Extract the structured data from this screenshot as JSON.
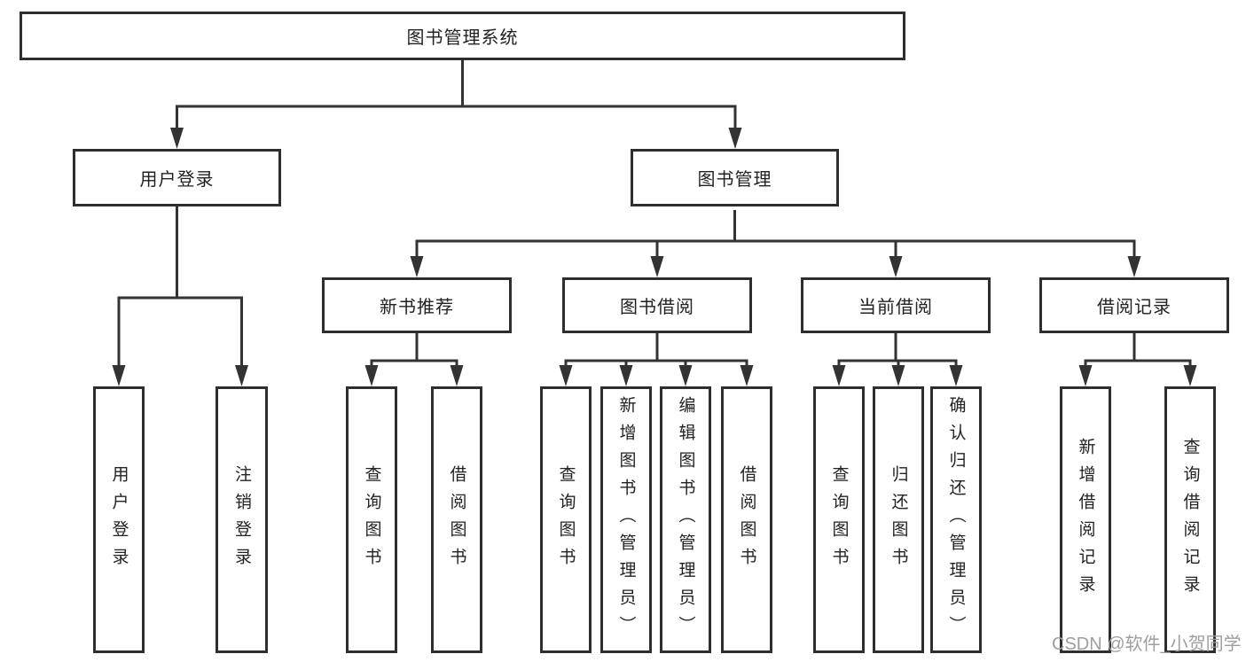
{
  "diagram": {
    "title": "图书管理系统",
    "type": "hierarchy-tree",
    "root": {
      "label": "图书管理系统"
    },
    "branches": [
      {
        "label": "用户登录",
        "children": [
          "用户登录",
          "注销登录"
        ]
      },
      {
        "label": "图书管理",
        "sections": [
          {
            "label": "新书推荐",
            "children": [
              "查询图书",
              "借阅图书"
            ]
          },
          {
            "label": "图书借阅",
            "children": [
              "查询图书",
              "新增图书（管理员）",
              "编辑图书（管理员）",
              "借阅图书"
            ]
          },
          {
            "label": "当前借阅",
            "children": [
              "查询图书",
              "归还图书",
              "确认归还（管理员）"
            ]
          },
          {
            "label": "借阅记录",
            "children": [
              "新增借阅记录",
              "查询借阅记录"
            ]
          }
        ]
      }
    ]
  },
  "watermark": "CSDN @软件_小贺同学",
  "colors": {
    "line": "#333333",
    "box_border": "#2e2e2e",
    "box_fill": "#ffffff",
    "text": "#222222",
    "watermark": "#9e9e9e",
    "background": "#ffffff"
  }
}
